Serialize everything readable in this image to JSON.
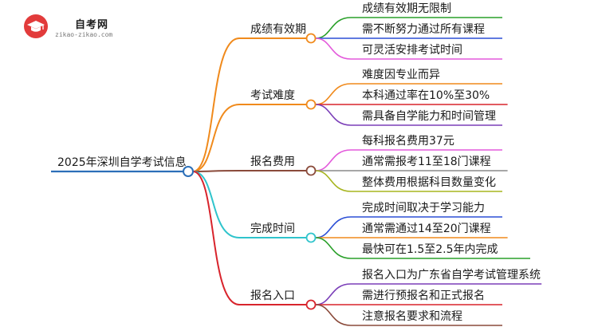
{
  "logo": {
    "title": "自考网",
    "subtitle": "zikao-zikao.com"
  },
  "mindmap": {
    "root": "2025年深圳自学考试信息",
    "branches": [
      {
        "label": "成绩有效期",
        "color": "#f08a1c",
        "leaves": [
          "成绩有效期无限制",
          "需不断努力通过所有课程",
          "可灵活安排考试时间"
        ],
        "leaf_colors": [
          "#2aa02a",
          "#2c4fd6",
          "#e35adb"
        ]
      },
      {
        "label": "考试难度",
        "color": "#f08a1c",
        "leaves": [
          "难度因专业而异",
          "本科通过率在10%至30%",
          "需具备自学能力和时间管理"
        ],
        "leaf_colors": [
          "#f08a1c",
          "#d8242c",
          "#7b3fb8"
        ]
      },
      {
        "label": "报名费用",
        "color": "#8a4a3a",
        "leaves": [
          "每科报名费用37元",
          "通常需报考11至18门课程",
          "整体费用根据科目数量变化"
        ],
        "leaf_colors": [
          "#e35adb",
          "#8a8a8a",
          "#a7b51f"
        ]
      },
      {
        "label": "完成时间",
        "color": "#2fc4cc",
        "leaves": [
          "完成时间取决于学习能力",
          "通常需通过14至20门课程",
          "最快可在1.5至2.5年内完成"
        ],
        "leaf_colors": [
          "#2c4fd6",
          "#f08a1c",
          "#2aa02a"
        ]
      },
      {
        "label": "报名入口",
        "color": "#d8242c",
        "leaves": [
          "报名入口为广东省自学考试管理系统",
          "需进行预报名和正式报名",
          "注意报名要求和流程"
        ],
        "leaf_colors": [
          "#7b3fb8",
          "#d8242c",
          "#8a4a3a"
        ]
      }
    ]
  }
}
